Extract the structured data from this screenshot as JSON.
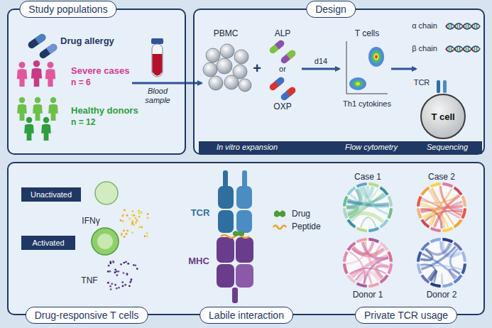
{
  "diagram": {
    "nodes": [
      {
        "text": [
          "Study populations"
        ]
      },
      {
        "text": [
          "Design"
        ]
      },
      {
        "text": [
          "In vitro expansion",
          "Flow cytometry",
          "Sequencing"
        ],
        "in": 1
      },
      {
        "text": [
          "T cell"
        ],
        "in": 1
      },
      {
        "text": [
          "Drug-responsive T cells",
          "Labile interaction",
          "Private TCR usage"
        ]
      },
      {
        "text": [
          "Unactivated"
        ],
        "in": 4
      },
      {
        "text": [
          "Activated"
        ],
        "in": 4
      }
    ],
    "labels": [
      "Drug allergy",
      "Severe cases",
      "n = 6",
      "Healthy donors",
      "n = 12",
      "Blood sample",
      "PBMC",
      "ALP",
      "or",
      "OXP",
      "d14",
      "T cells",
      "Th1 cytokines",
      "α chain",
      "β chain",
      "TCR",
      "IFNγ",
      "TNF",
      "TCR",
      "MHC",
      "Case 1",
      "Case 2",
      "Donor 1",
      "Donor 2",
      "+"
    ],
    "legend": [
      {
        "text": "Drug"
      },
      {
        "text": "Peptide"
      }
    ]
  }
}
